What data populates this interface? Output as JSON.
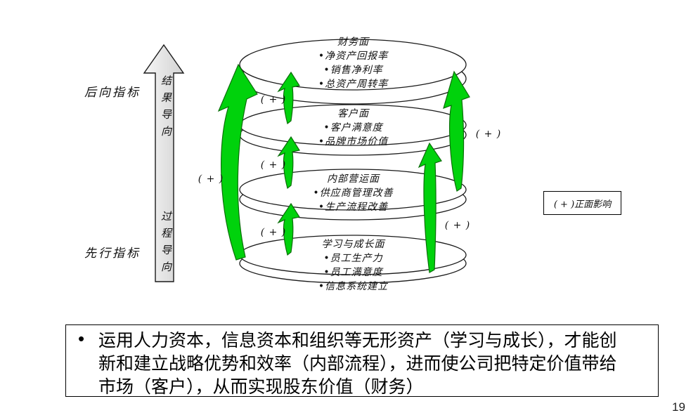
{
  "slide": {
    "page_number": "19"
  },
  "left_panel": {
    "lagging_label": "后向指标",
    "leading_label": "先行指标",
    "arrow_top_text": "结果导向",
    "arrow_bottom_text": "过程导向"
  },
  "plus_mark": "( + )",
  "legend": {
    "label": "( + )正面影响"
  },
  "perspectives": [
    {
      "title": "财务面",
      "items": [
        "•净资产回报率",
        "•销售净利率",
        "•总资产周转率"
      ]
    },
    {
      "title": "客户面",
      "items": [
        "•客户满意度",
        "•品牌市场价值"
      ]
    },
    {
      "title": "内部营运面",
      "items": [
        "•供应商管理改善",
        "•生产流程改善"
      ]
    },
    {
      "title": "学习与成长面",
      "items": [
        "•员工生产力",
        "•员工满意度",
        "•信息系统建立"
      ]
    }
  ],
  "summary": {
    "bullet": "•",
    "lines": [
      "运用人力资本，信息资本和组织等无形资产（学习与成长），才能创",
      "新和建立战略优势和效率（内部流程），进而使公司把特定价值带给",
      "市场（客户），从而实现股东价值（财务）"
    ]
  },
  "colors": {
    "arrow_green": "#00d20c",
    "arrow_green_edge": "#0a6e0a",
    "axis_arrow_fill_light": "#f5f5f5",
    "axis_arrow_fill_dark": "#d2d2d2"
  }
}
